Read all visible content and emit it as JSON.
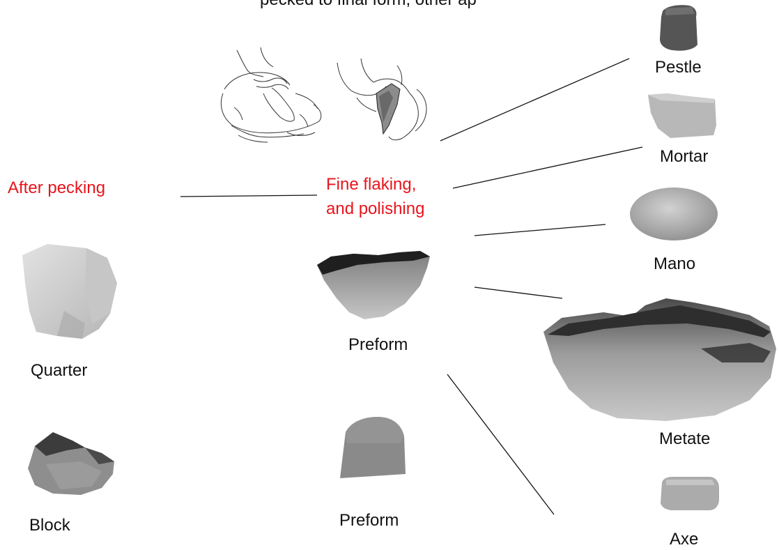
{
  "header_partial": "pecked to final form, other ap",
  "stages": {
    "after_pecking": "After pecking",
    "finishing_line1": "Fine flaking,",
    "finishing_line2": "and polishing"
  },
  "labels": {
    "quarter": "Quarter",
    "block": "Block",
    "preform_top": "Preform",
    "preform_bottom": "Preform",
    "pestle": "Pestle",
    "mortar": "Mortar",
    "mano": "Mano",
    "metate": "Metate",
    "axe": "Axe"
  },
  "colors": {
    "stage_text": "#e8141c",
    "label_text": "#111111",
    "stone_light": "#cfcfcf",
    "stone_mid": "#8f8f8f",
    "stone_dark": "#3a3a3a"
  }
}
